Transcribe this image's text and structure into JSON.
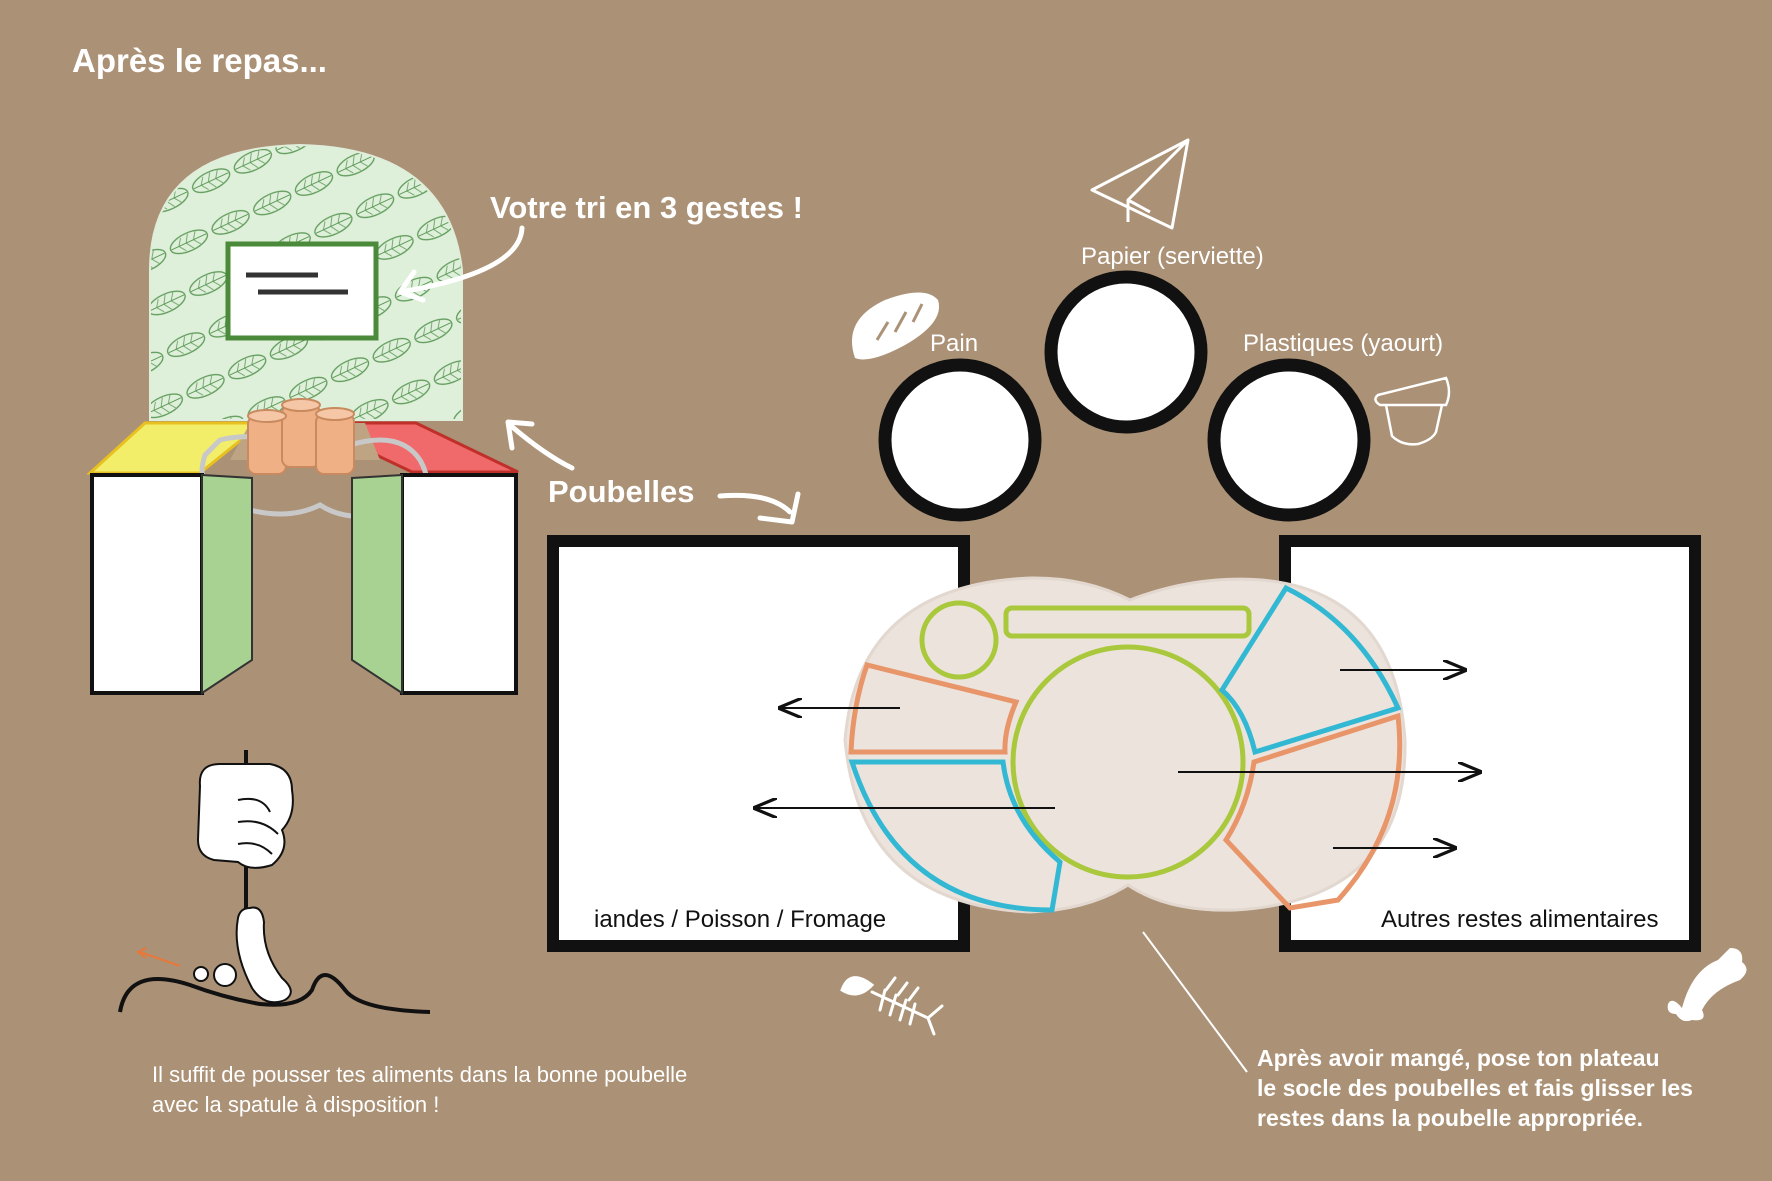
{
  "title": "Après le repas...",
  "callouts": {
    "tri": "Votre tri en 3 gestes !",
    "poubelles": "Poubelles"
  },
  "bins": {
    "paper": "Papier (serviette)",
    "bread": "Pain",
    "plastic": "Plastiques (yaourt)",
    "left_bin": "iandes / Poisson / Fromage",
    "right_bin": "Autres restes alimentaires"
  },
  "instructions": {
    "spatula": "Il suffit de pousser tes aliments dans la bonne poubelle avec la spatule à disposition !",
    "tray_line1": "Après avoir mangé, pose ton plateau",
    "tray_line2": "le socle des poubelles et fais glisser les",
    "tray_line3": "restes dans la poubelle appropriée."
  },
  "icons": [
    "paper-plane-icon",
    "bread-icon",
    "yogurt-cup-icon",
    "fish-bone-icon",
    "bone-icon",
    "hand-spatula-icon"
  ],
  "colors": {
    "background": "#ab9175",
    "tray_fill": "#ece3dc",
    "green_outline": "#a9c83c",
    "orange_outline": "#e8956a",
    "cyan_outline": "#33b8d4",
    "yellow_lid": "#f2ee6a",
    "red_lid": "#f0696b",
    "leaf_green": "#6aa86a"
  }
}
